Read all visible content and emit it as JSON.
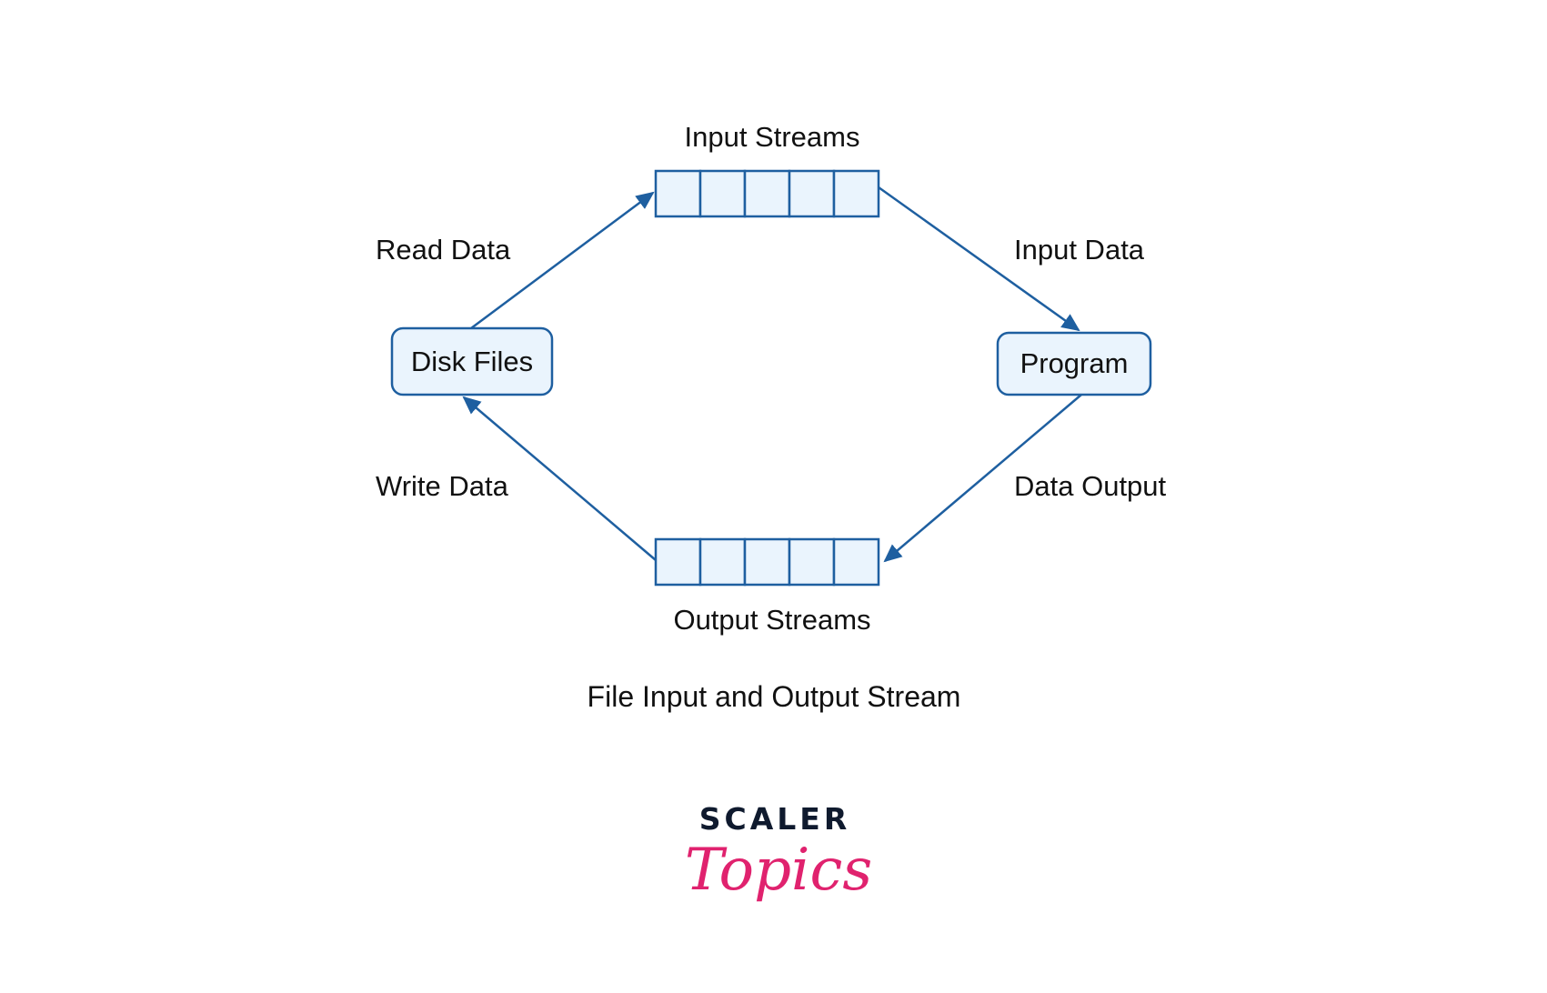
{
  "colors": {
    "stroke": "#1e5fa0",
    "fill": "#eaf4fd",
    "text": "#111111",
    "logo_dark": "#0f1a2e",
    "logo_pink": "#e0226e"
  },
  "nodes": {
    "disk_files": "Disk Files",
    "program": "Program"
  },
  "streams": {
    "input": {
      "label": "Input Streams",
      "cells": 5
    },
    "output": {
      "label": "Output Streams",
      "cells": 5
    }
  },
  "edges": {
    "read_data": "Read Data",
    "input_data": "Input Data",
    "data_output": "Data Output",
    "write_data": "Write Data"
  },
  "caption": "File Input and Output Stream",
  "logo": {
    "top": "SCALER",
    "bottom": "Topics"
  }
}
